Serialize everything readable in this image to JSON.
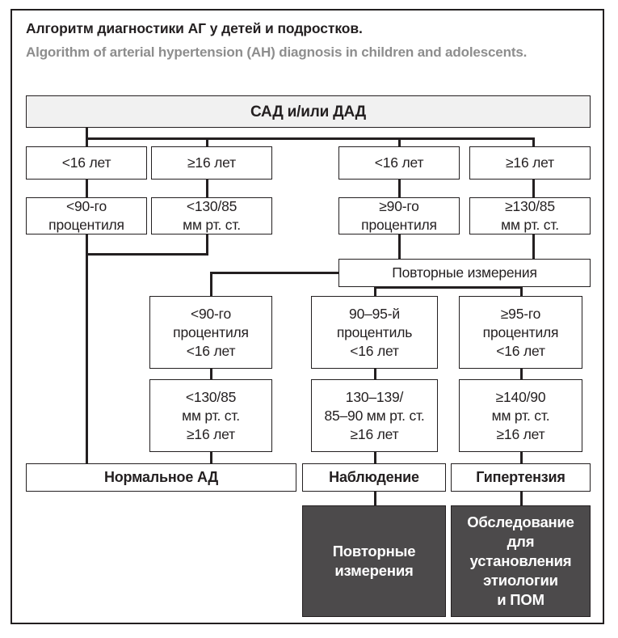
{
  "figure": {
    "title_ru": "Алгоритм диагностики АГ у детей и подростков.",
    "title_en": "Algorithm of arterial hypertension (AH) diagnosis in children and adolescents.",
    "colors": {
      "ink": "#231f20",
      "subtitle": "#8d8d8d",
      "shaded_fill": "#f1f1f1",
      "dark_fill": "#4c4a4b",
      "dark_text": "#ffffff",
      "page": "#ffffff"
    }
  },
  "nodes": {
    "root": "САД и/или ДАД",
    "age_left_lt16": "<16 лет",
    "age_left_ge16": "≥16 лет",
    "age_right_lt16": "<16 лет",
    "age_right_ge16": "≥16 лет",
    "crit_lt90": "<90-го\nпроцентиля",
    "crit_lt13085": "<130/85\nмм рт. ст.",
    "crit_ge90": "≥90-го\nпроцентиля",
    "crit_ge13085": "≥130/85\nмм рт. ст.",
    "repeat_measure": "Повторные измерения",
    "pct_lt90": "<90-го\nпроцентиля\n<16 лет",
    "pct_90_95": "90–95-й\nпроцентиль\n<16 лет",
    "pct_ge95": "≥95-го\nпроцентиля\n<16 лет",
    "bp_lt13085": "<130/85\nмм рт. ст.\n≥16 лет",
    "bp_130_139": "130–139/\n85–90 мм рт. ст.\n≥16 лет",
    "bp_ge14090": "≥140/90\nмм рт. ст.\n≥16 лет",
    "result_normal": "Нормальное АД",
    "result_observe": "Наблюдение",
    "result_hypertension": "Гипертензия",
    "action_repeat": "Повторные\nизмерения",
    "action_etiology": "Обследование\nдля\nустановления\nэтиологии\nи ПОМ"
  },
  "chart_data": {
    "type": "diagram",
    "title": "Алгоритм диагностики АГ у детей и подростков.",
    "subtitle": "Algorithm of arterial hypertension (AH) diagnosis in children and adolescents.",
    "diagram_kind": "clinical decision flowchart",
    "levels": [
      {
        "level": 0,
        "nodes": [
          "САД и/или ДАД"
        ]
      },
      {
        "level": 1,
        "nodes": [
          "<16 лет",
          "≥16 лет",
          "<16 лет",
          "≥16 лет"
        ]
      },
      {
        "level": 2,
        "nodes": [
          "<90-го процентиля",
          "<130/85 мм рт. ст.",
          "≥90-го процентиля",
          "≥130/85 мм рт. ст."
        ]
      },
      {
        "level": 3,
        "nodes": [
          "Повторные измерения"
        ]
      },
      {
        "level": 4,
        "nodes": [
          "<90-го процентиля <16 лет",
          "90–95-й процентиль <16 лет",
          "≥95-го процентиля <16 лет"
        ]
      },
      {
        "level": 5,
        "nodes": [
          "<130/85 мм рт. ст. ≥16 лет",
          "130–139/85–90 мм рт. ст. ≥16 лет",
          "≥140/90 мм рт. ст. ≥16 лет"
        ]
      },
      {
        "level": 6,
        "nodes": [
          "Нормальное АД",
          "Наблюдение",
          "Гипертензия"
        ]
      },
      {
        "level": 7,
        "nodes": [
          "Повторные измерения",
          "Обследование для установления этиологии и ПОМ"
        ]
      }
    ],
    "edges": [
      [
        "САД и/или ДАД",
        "<16 лет (норма)"
      ],
      [
        "САД и/или ДАД",
        "≥16 лет (норма)"
      ],
      [
        "САД и/или ДАД",
        "<16 лет (повышение)"
      ],
      [
        "САД и/или ДАД",
        "≥16 лет (повышение)"
      ],
      [
        "<16 лет (норма)",
        "<90-го процентиля"
      ],
      [
        "≥16 лет (норма)",
        "<130/85 мм рт. ст."
      ],
      [
        "<16 лет (повышение)",
        "≥90-го процентиля"
      ],
      [
        "≥16 лет (повышение)",
        "≥130/85 мм рт. ст."
      ],
      [
        "<90-го процентиля",
        "Нормальное АД"
      ],
      [
        "<130/85 мм рт. ст.",
        "Нормальное АД"
      ],
      [
        "≥90-го процентиля",
        "Повторные измерения"
      ],
      [
        "≥130/85 мм рт. ст.",
        "Повторные измерения"
      ],
      [
        "Повторные измерения",
        "<90-го процентиля <16 лет"
      ],
      [
        "Повторные измерения",
        "90–95-й процентиль <16 лет"
      ],
      [
        "Повторные измерения",
        "≥95-го процентиля <16 лет"
      ],
      [
        "<90-го процентиля <16 лет",
        "<130/85 мм рт. ст. ≥16 лет"
      ],
      [
        "90–95-й процентиль <16 лет",
        "130–139/85–90 мм рт. ст. ≥16 лет"
      ],
      [
        "≥95-го процентиля <16 лет",
        "≥140/90 мм рт. ст. ≥16 лет"
      ],
      [
        "<130/85 мм рт. ст. ≥16 лет",
        "Нормальное АД"
      ],
      [
        "130–139/85–90 мм рт. ст. ≥16 лет",
        "Наблюдение"
      ],
      [
        "≥140/90 мм рт. ст. ≥16 лет",
        "Гипертензия"
      ],
      [
        "Наблюдение",
        "Повторные измерения (действие)"
      ],
      [
        "Гипертензия",
        "Обследование для установления этиологии и ПОМ"
      ]
    ]
  }
}
